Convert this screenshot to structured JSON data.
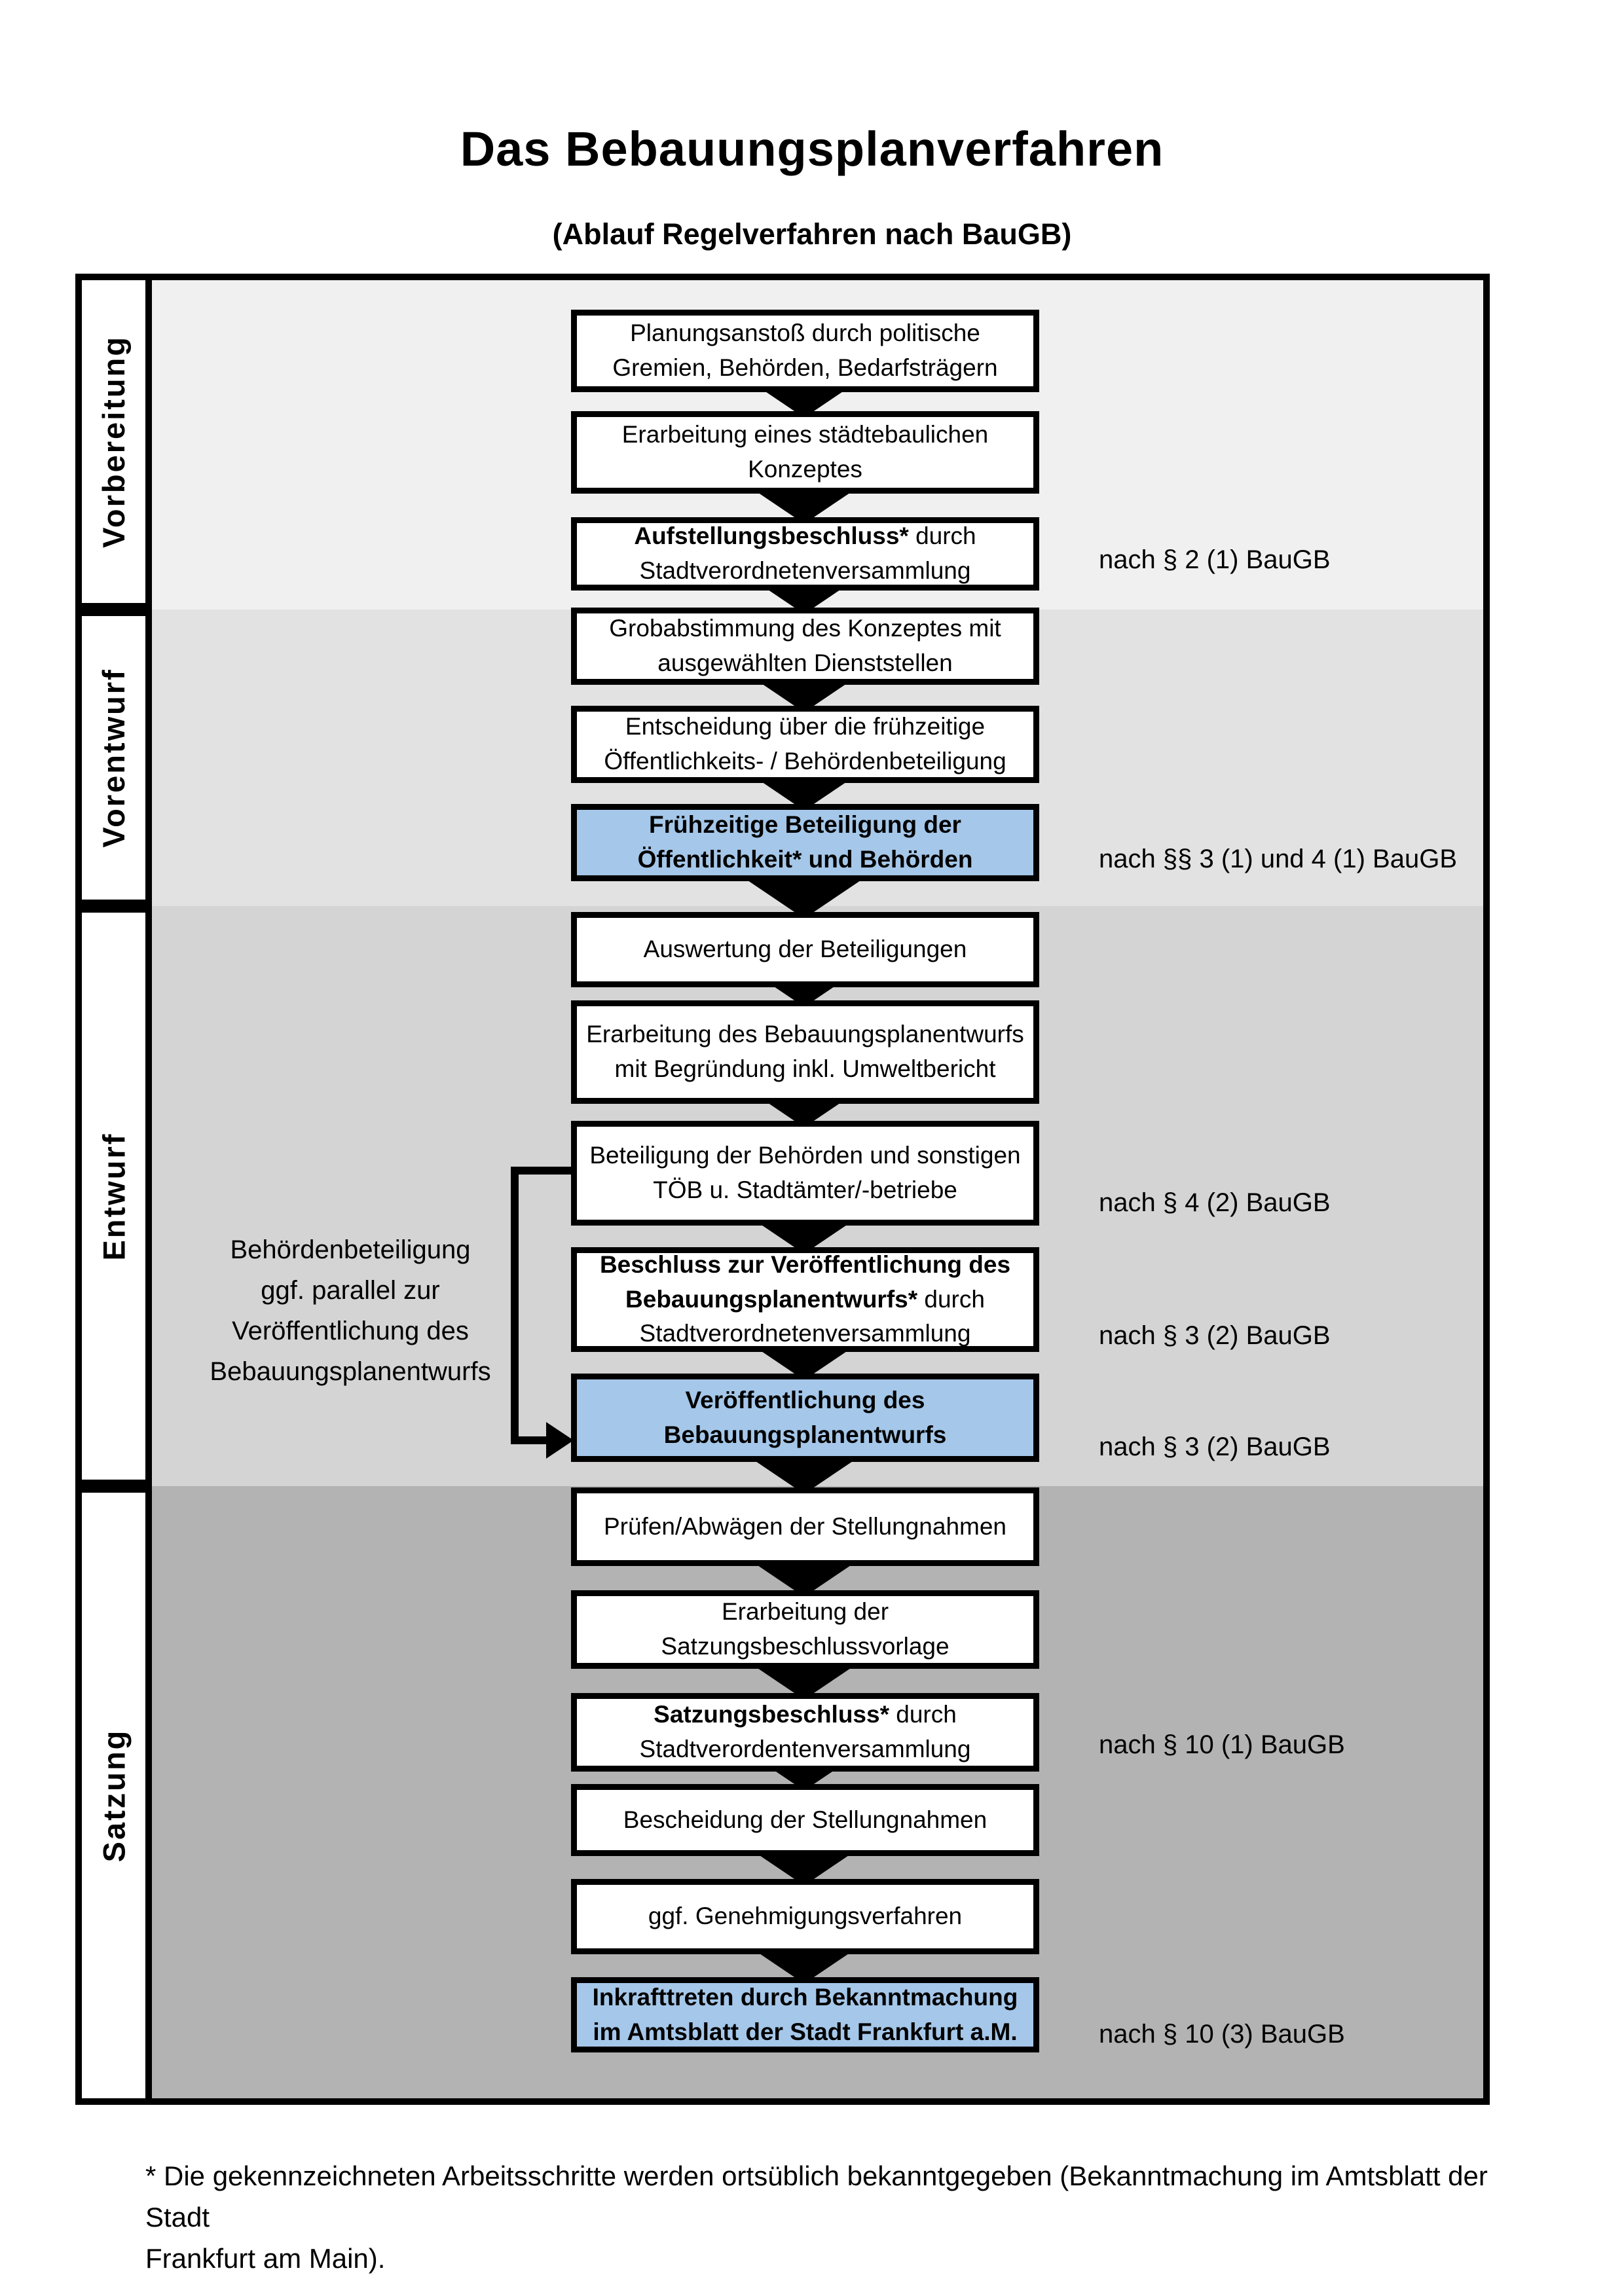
{
  "page": {
    "title": "Das Bebauungsplanverfahren",
    "subtitle": "(Ablauf Regelverfahren nach BauGB)"
  },
  "phases": [
    {
      "label": "Vorbereitung"
    },
    {
      "label": "Vorentwurf"
    },
    {
      "label": "Entwurf"
    },
    {
      "label": "Satzung"
    }
  ],
  "boxes": [
    {
      "bold": "",
      "rest": "Planungsanstoß durch politische Gremien, Behörden, Bedarfsträgern",
      "highlight": false
    },
    {
      "bold": "",
      "rest": "Erarbeitung eines städtebaulichen Konzeptes",
      "highlight": false
    },
    {
      "bold": "Aufstellungsbeschluss*",
      "rest": " durch Stadtverordnetenversammlung",
      "highlight": false
    },
    {
      "bold": "",
      "rest": "Grobabstimmung des Konzeptes mit ausgewählten Dienststellen",
      "highlight": false
    },
    {
      "bold": "",
      "rest": "Entscheidung über die frühzeitige Öffentlichkeits- / Behördenbeteiligung",
      "highlight": false
    },
    {
      "bold": "Frühzeitige Beteiligung der Öffentlichkeit* und Behörden",
      "rest": "",
      "highlight": true
    },
    {
      "bold": "",
      "rest": "Auswertung der Beteiligungen",
      "highlight": false
    },
    {
      "bold": "",
      "rest": "Erarbeitung des Bebauungsplanentwurfs mit Begründung inkl. Umweltbericht",
      "highlight": false
    },
    {
      "bold": "",
      "rest": "Beteiligung der Behörden und sonstigen TÖB u. Stadtämter/-betriebe",
      "highlight": false
    },
    {
      "bold": "Beschluss zur Veröffentlichung des Bebauungsplanentwurfs*",
      "rest": " durch Stadtverordnetenversammlung",
      "highlight": false
    },
    {
      "bold": "Veröffentlichung des Bebauungsplanentwurfs",
      "rest": "",
      "highlight": true
    },
    {
      "bold": "",
      "rest": "Prüfen/Abwägen der Stellungnahmen",
      "highlight": false
    },
    {
      "bold": "",
      "rest": "Erarbeitung der Satzungsbeschlussvorlage",
      "highlight": false
    },
    {
      "bold": "Satzungsbeschluss*",
      "rest": " durch Stadtverordentenversammlung",
      "highlight": false
    },
    {
      "bold": "",
      "rest": "Bescheidung der Stellungnahmen",
      "highlight": false
    },
    {
      "bold": "",
      "rest": "ggf. Genehmigungsverfahren",
      "highlight": false
    },
    {
      "bold": "Inkrafttreten",
      "rest": " durch Bekanntmachung im Amtsblatt der Stadt Frankfurt a.M.",
      "highlight": true
    }
  ],
  "legal_refs": [
    {
      "text": "nach § 2 (1) BauGB"
    },
    {
      "text": "nach §§ 3 (1) und 4 (1) BauGB"
    },
    {
      "text": "nach § 4 (2) BauGB"
    },
    {
      "text": "nach § 3 (2) BauGB"
    },
    {
      "text": "nach § 3 (2) BauGB"
    },
    {
      "text": "nach § 10 (1) BauGB"
    },
    {
      "text": "nach § 10 (3) BauGB"
    }
  ],
  "side_note": {
    "line1": "Behördenbeteiligung",
    "line2": "ggf. parallel zur",
    "line3": "Veröffentlichung des",
    "line4": "Bebauungsplanentwurfs"
  },
  "footnote": {
    "line1": "* Die gekennzeichneten Arbeitsschritte werden ortsüblich bekanntgegeben (Bekanntmachung im Amtsblatt  der Stadt",
    "line2": "Frankfurt am Main)."
  },
  "colors": {
    "phase1_bg": "#f0f0f0",
    "phase2_bg": "#e2e2e2",
    "phase3_bg": "#d4d4d4",
    "phase4_bg": "#b3b3b3",
    "highlight_blue": "#a5c7e9",
    "box_border": "#000000",
    "box_bg": "#ffffff"
  }
}
